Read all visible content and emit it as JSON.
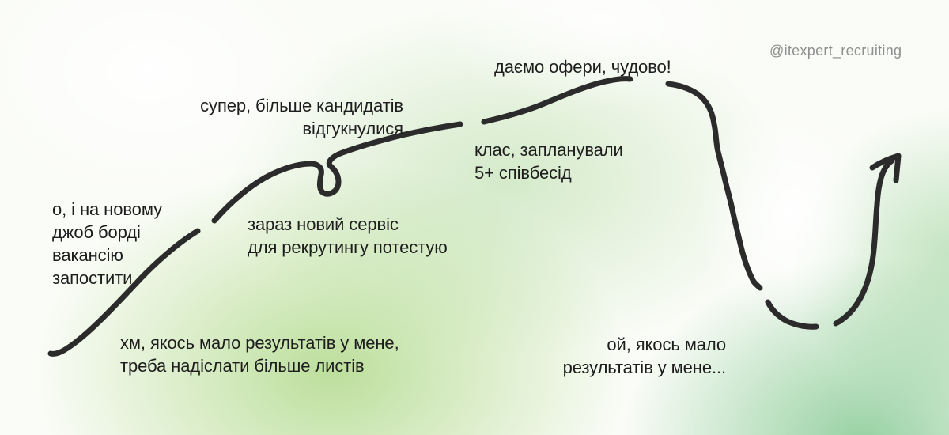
{
  "colors": {
    "ink": "#2b2b2b",
    "text": "#1d1d1d",
    "watermark": "#8f8f8f",
    "background-base": "#fafcf7",
    "green-primary": "#96cd64",
    "green-teal": "#55b469",
    "green-soft": "#a5d491"
  },
  "watermark": "@itexpert_recruiting",
  "annotations": [
    {
      "name": "post-job-board",
      "align": "left",
      "text": "о, і на новому\nджоб борді\nвакансію\nзапостити"
    },
    {
      "name": "few-results-send-letters",
      "align": "left",
      "text": "хм, якось мало результатів у мене,\nтреба надіслати більше листів"
    },
    {
      "name": "test-new-service",
      "align": "left",
      "text": "зараз новий сервіс\nдля рекрутингу потестую"
    },
    {
      "name": "more-candidates",
      "align": "right",
      "text": "супер, більше кандидатів\nвідгукнулися"
    },
    {
      "name": "giving-offers",
      "align": "left",
      "text": "даємо офери, чудово!"
    },
    {
      "name": "scheduled-interviews",
      "align": "left",
      "text": "клас, запланували\n5+ співбесід"
    },
    {
      "name": "few-results-again",
      "align": "right",
      "text": "ой, якось мало\nрезультатів у мене..."
    }
  ],
  "curve": {
    "description": "hand-drawn recruiting journey line: climb with loop, rise to peak, steep drop, valley bottom, recovery rise ending in an arrow",
    "stroke_color": "#2b2b2b",
    "segments": [
      "start-climb",
      "loop-climb",
      "rise-to-peak",
      "steep-drop",
      "valley-bottom",
      "recovery-rise",
      "arrowhead"
    ]
  }
}
